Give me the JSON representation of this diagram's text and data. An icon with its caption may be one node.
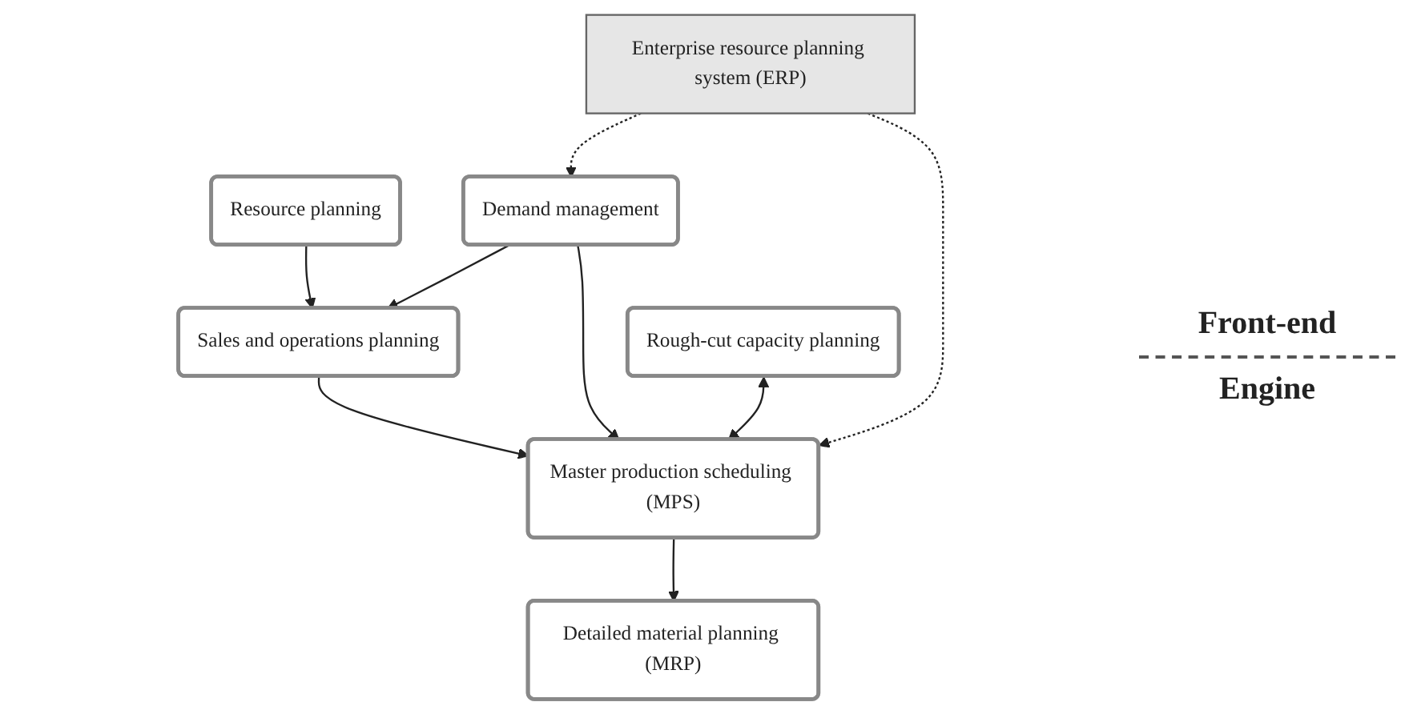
{
  "diagram": {
    "nodes": [
      {
        "text": [
          "Resource planning"
        ]
      },
      {
        "text": [
          "Sales and operations planning"
        ]
      },
      {
        "text": [
          "Demand management"
        ]
      },
      {
        "text": [
          "Enterprise resource planning system (ERP)"
        ]
      },
      {
        "text": [
          "Rough-cut capacity planning"
        ]
      },
      {
        "text": [
          "Master production scheduling (MPS)"
        ]
      },
      {
        "text": [
          "Detailed material planning (MRP)"
        ]
      }
    ],
    "edges": [
      {
        "from": 0,
        "to": 1,
        "arrow": "to"
      },
      {
        "from": 2,
        "to": 1,
        "arrow": "to"
      },
      {
        "from": 3,
        "to": 2,
        "arrow": "to",
        "style": "dashed"
      },
      {
        "from": 1,
        "to": 5,
        "arrow": "to"
      },
      {
        "from": 2,
        "to": 5,
        "arrow": "to"
      },
      {
        "from": 4,
        "to": 5,
        "arrow": "both"
      },
      {
        "from": 3,
        "to": 5,
        "arrow": "to",
        "style": "dashed"
      },
      {
        "from": 5,
        "to": 6,
        "arrow": "to"
      }
    ],
    "labels": [
      "Front-end",
      "Engine"
    ]
  }
}
